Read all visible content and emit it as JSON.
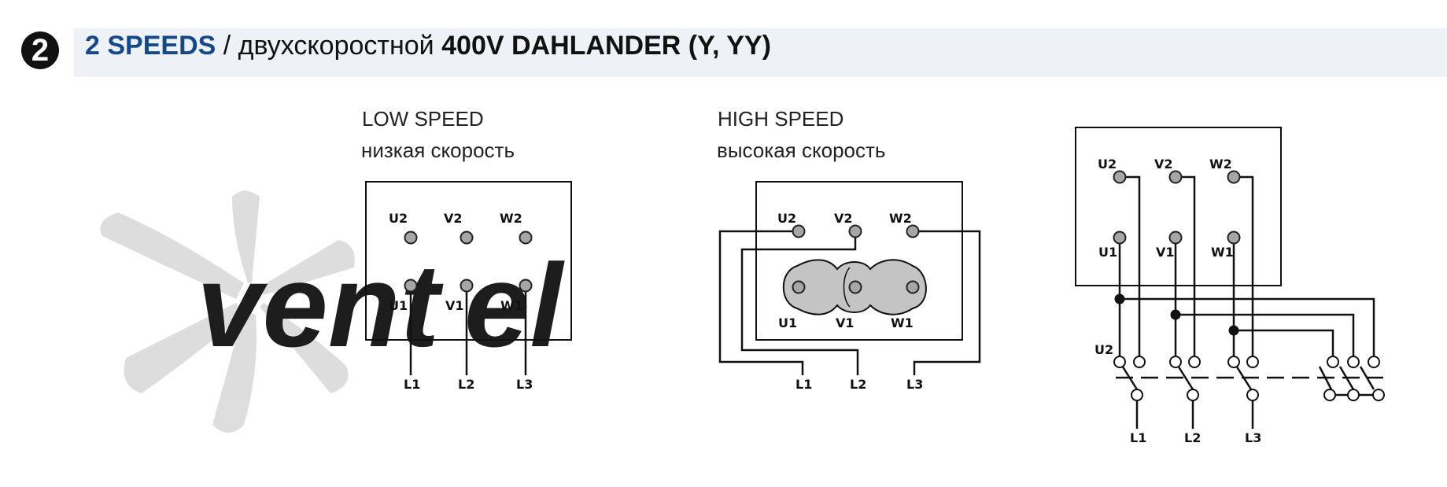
{
  "header": {
    "badge_number": "2",
    "title_speeds": "2 SPEEDS",
    "title_separator": " / ",
    "title_russian": "двухскоростной",
    "title_spec": "400V DAHLANDER (Y, YY)"
  },
  "watermark": {
    "brand_text_dark": "vent",
    "brand_text_blue": "el"
  },
  "low_speed": {
    "label_en": "LOW SPEED",
    "label_ru": "низкая скорость",
    "top_terminals": [
      "U2",
      "V2",
      "W2"
    ],
    "bottom_terminals": [
      "U1",
      "V1",
      "W1"
    ],
    "lines": [
      "L1",
      "L2",
      "L3"
    ]
  },
  "high_speed": {
    "label_en": "HIGH SPEED",
    "label_ru": "высокая скорость",
    "top_terminals": [
      "U2",
      "V2",
      "W2"
    ],
    "bottom_terminals": [
      "U1",
      "V1",
      "W1"
    ],
    "lines": [
      "L1",
      "L2",
      "L3"
    ]
  },
  "switch_diagram": {
    "top_terminals": [
      "U2",
      "V2",
      "W2"
    ],
    "bottom_terminals": [
      "U1",
      "V1",
      "W1"
    ],
    "switch_label": "U2",
    "lines": [
      "L1",
      "L2",
      "L3"
    ]
  },
  "colors": {
    "title_blue": "#154a8a",
    "header_background": "#eef2f6",
    "terminal_fill": "#a6a6a6",
    "bridge_fill": "#c4c4c4",
    "watermark_blue": "#cfe3f5",
    "watermark_gray": "#d8d8d8"
  }
}
